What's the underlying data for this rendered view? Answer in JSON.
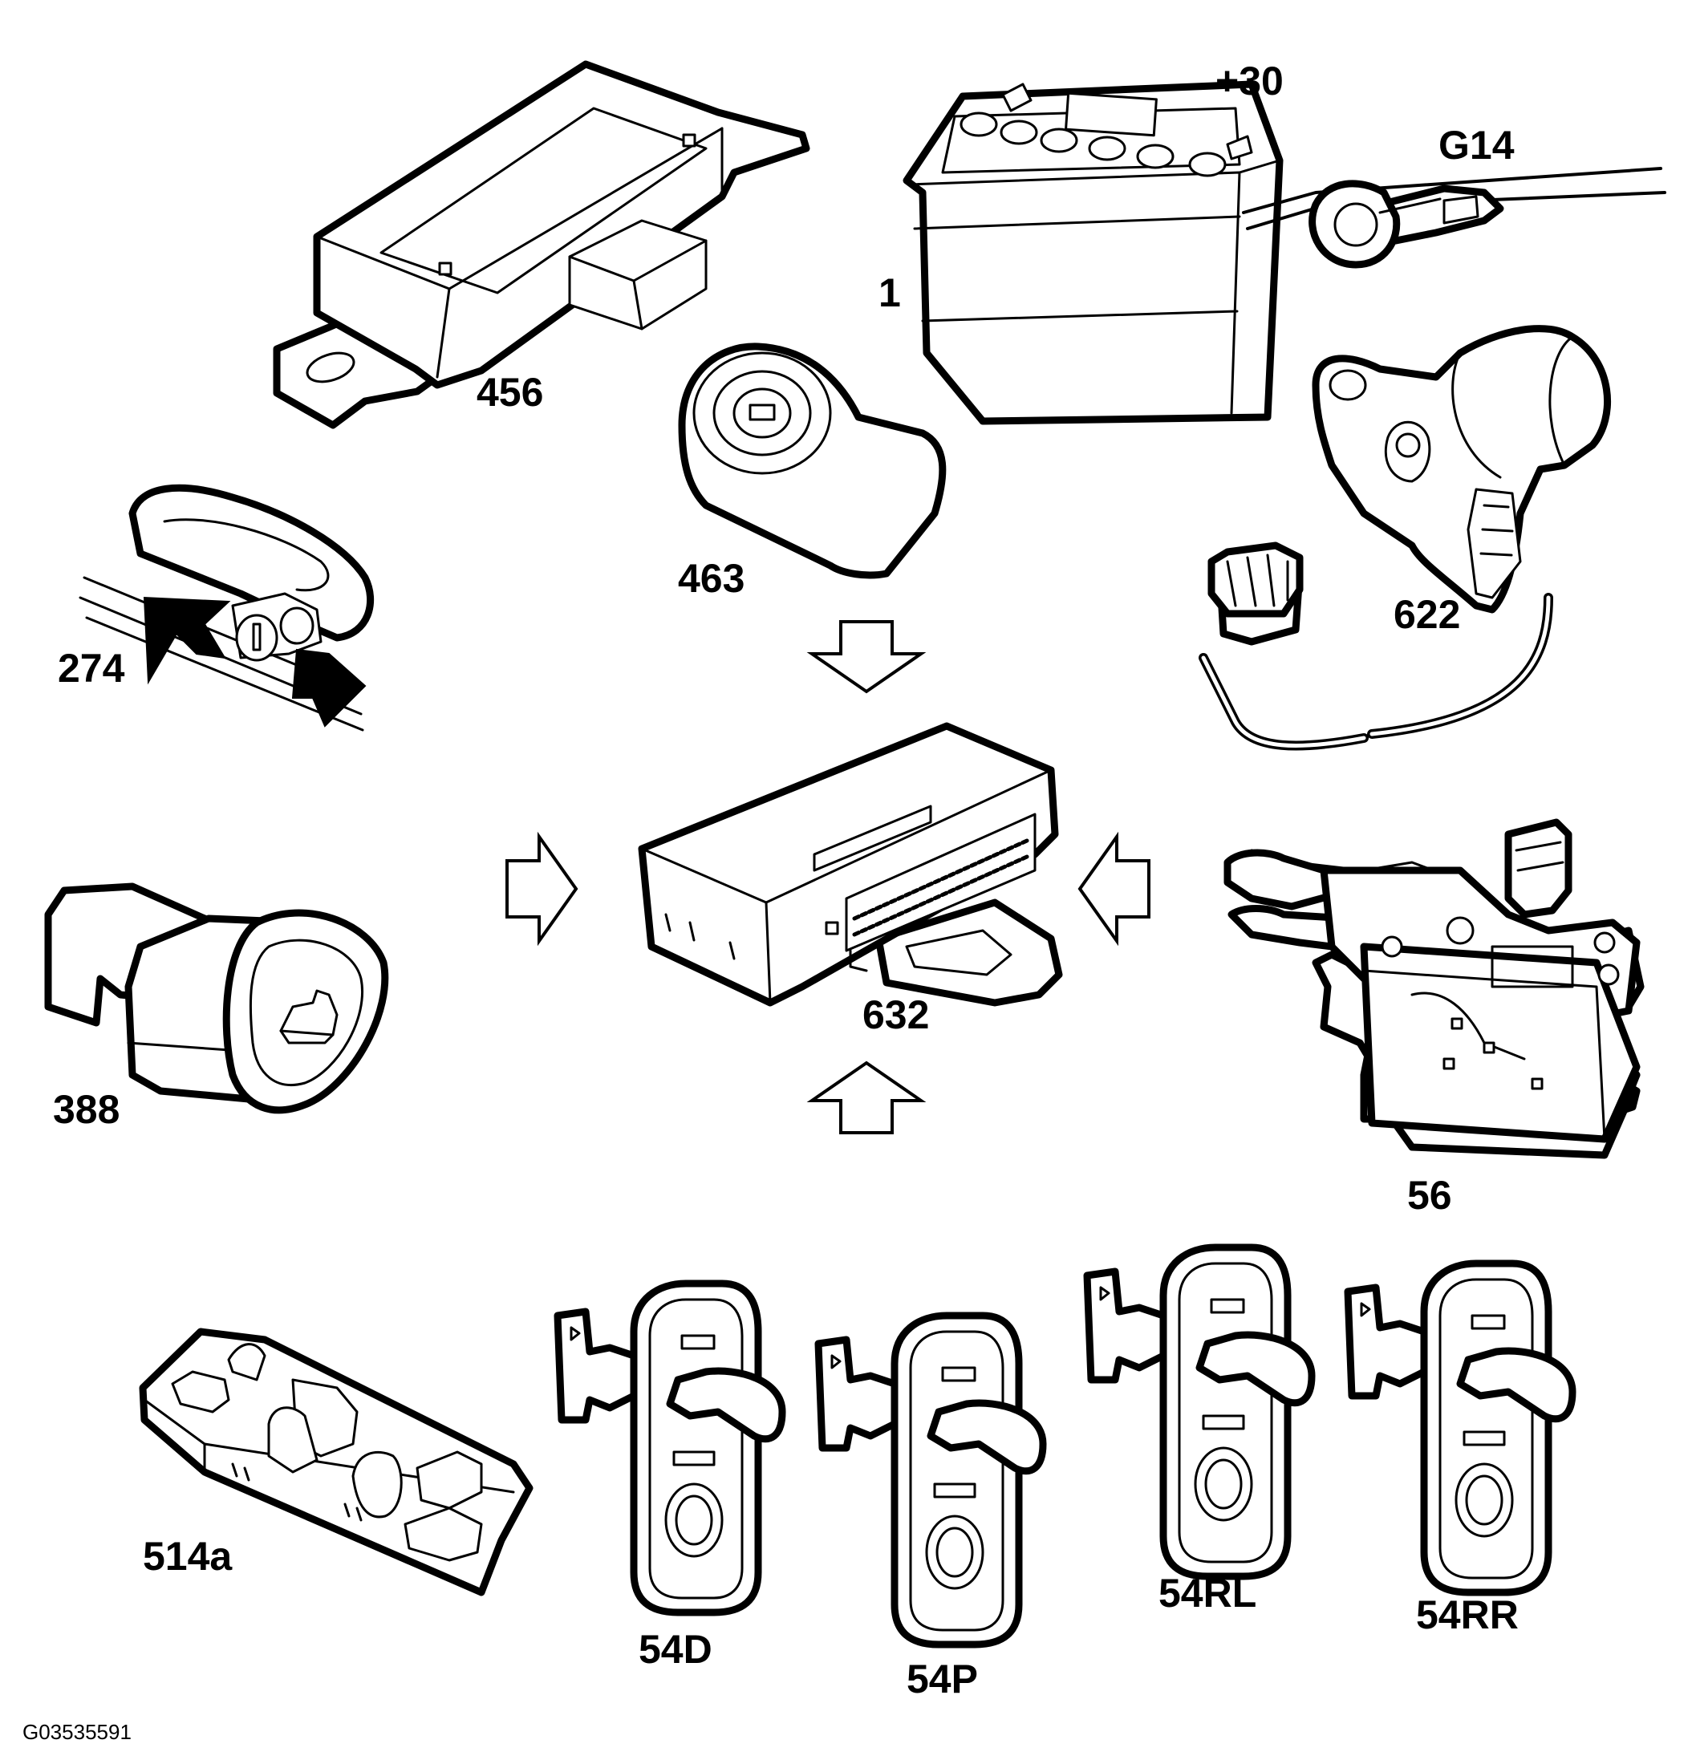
{
  "labels": {
    "terminal": "+30",
    "battery": "1",
    "ground": "G14",
    "module_456": "456",
    "switch_463": "463",
    "lock_274": "274",
    "motor_622": "622",
    "module_632": "632",
    "switch_388": "388",
    "latch_56": "56",
    "switch_514a": "514a",
    "door_54D": "54D",
    "door_54P": "54P",
    "door_54RL": "54RL",
    "door_54RR": "54RR"
  },
  "figure_id": "G03535591"
}
